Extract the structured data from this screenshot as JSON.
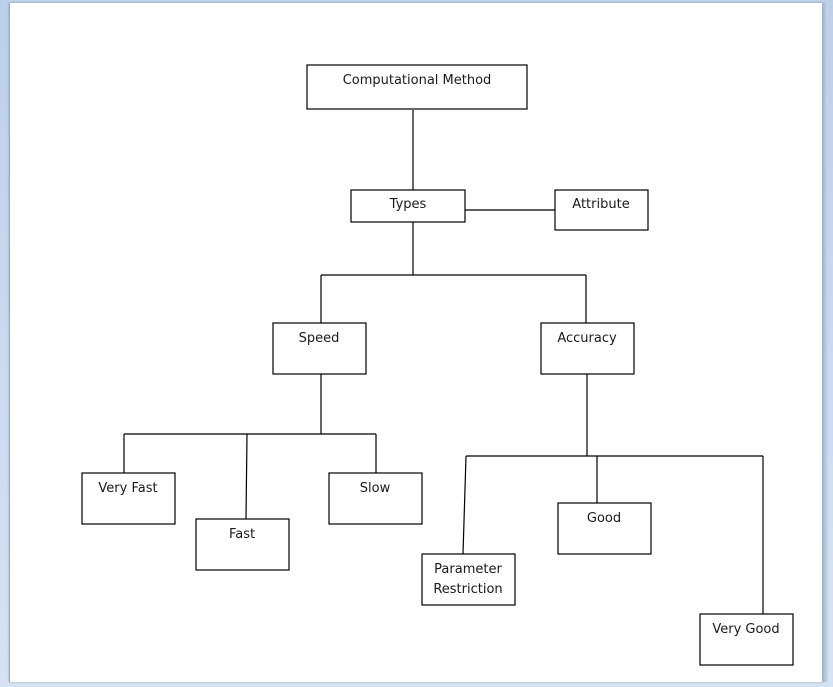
{
  "diagram": {
    "nodes": {
      "root": "Computational Method",
      "types": "Types",
      "attribute": "Attribute",
      "speed": "Speed",
      "accuracy": "Accuracy",
      "very_fast": "Very Fast",
      "fast": "Fast",
      "slow": "Slow",
      "parameter_restriction_line1": "Parameter",
      "parameter_restriction_line2": "Restriction",
      "good": "Good",
      "very_good": "Very Good"
    }
  }
}
